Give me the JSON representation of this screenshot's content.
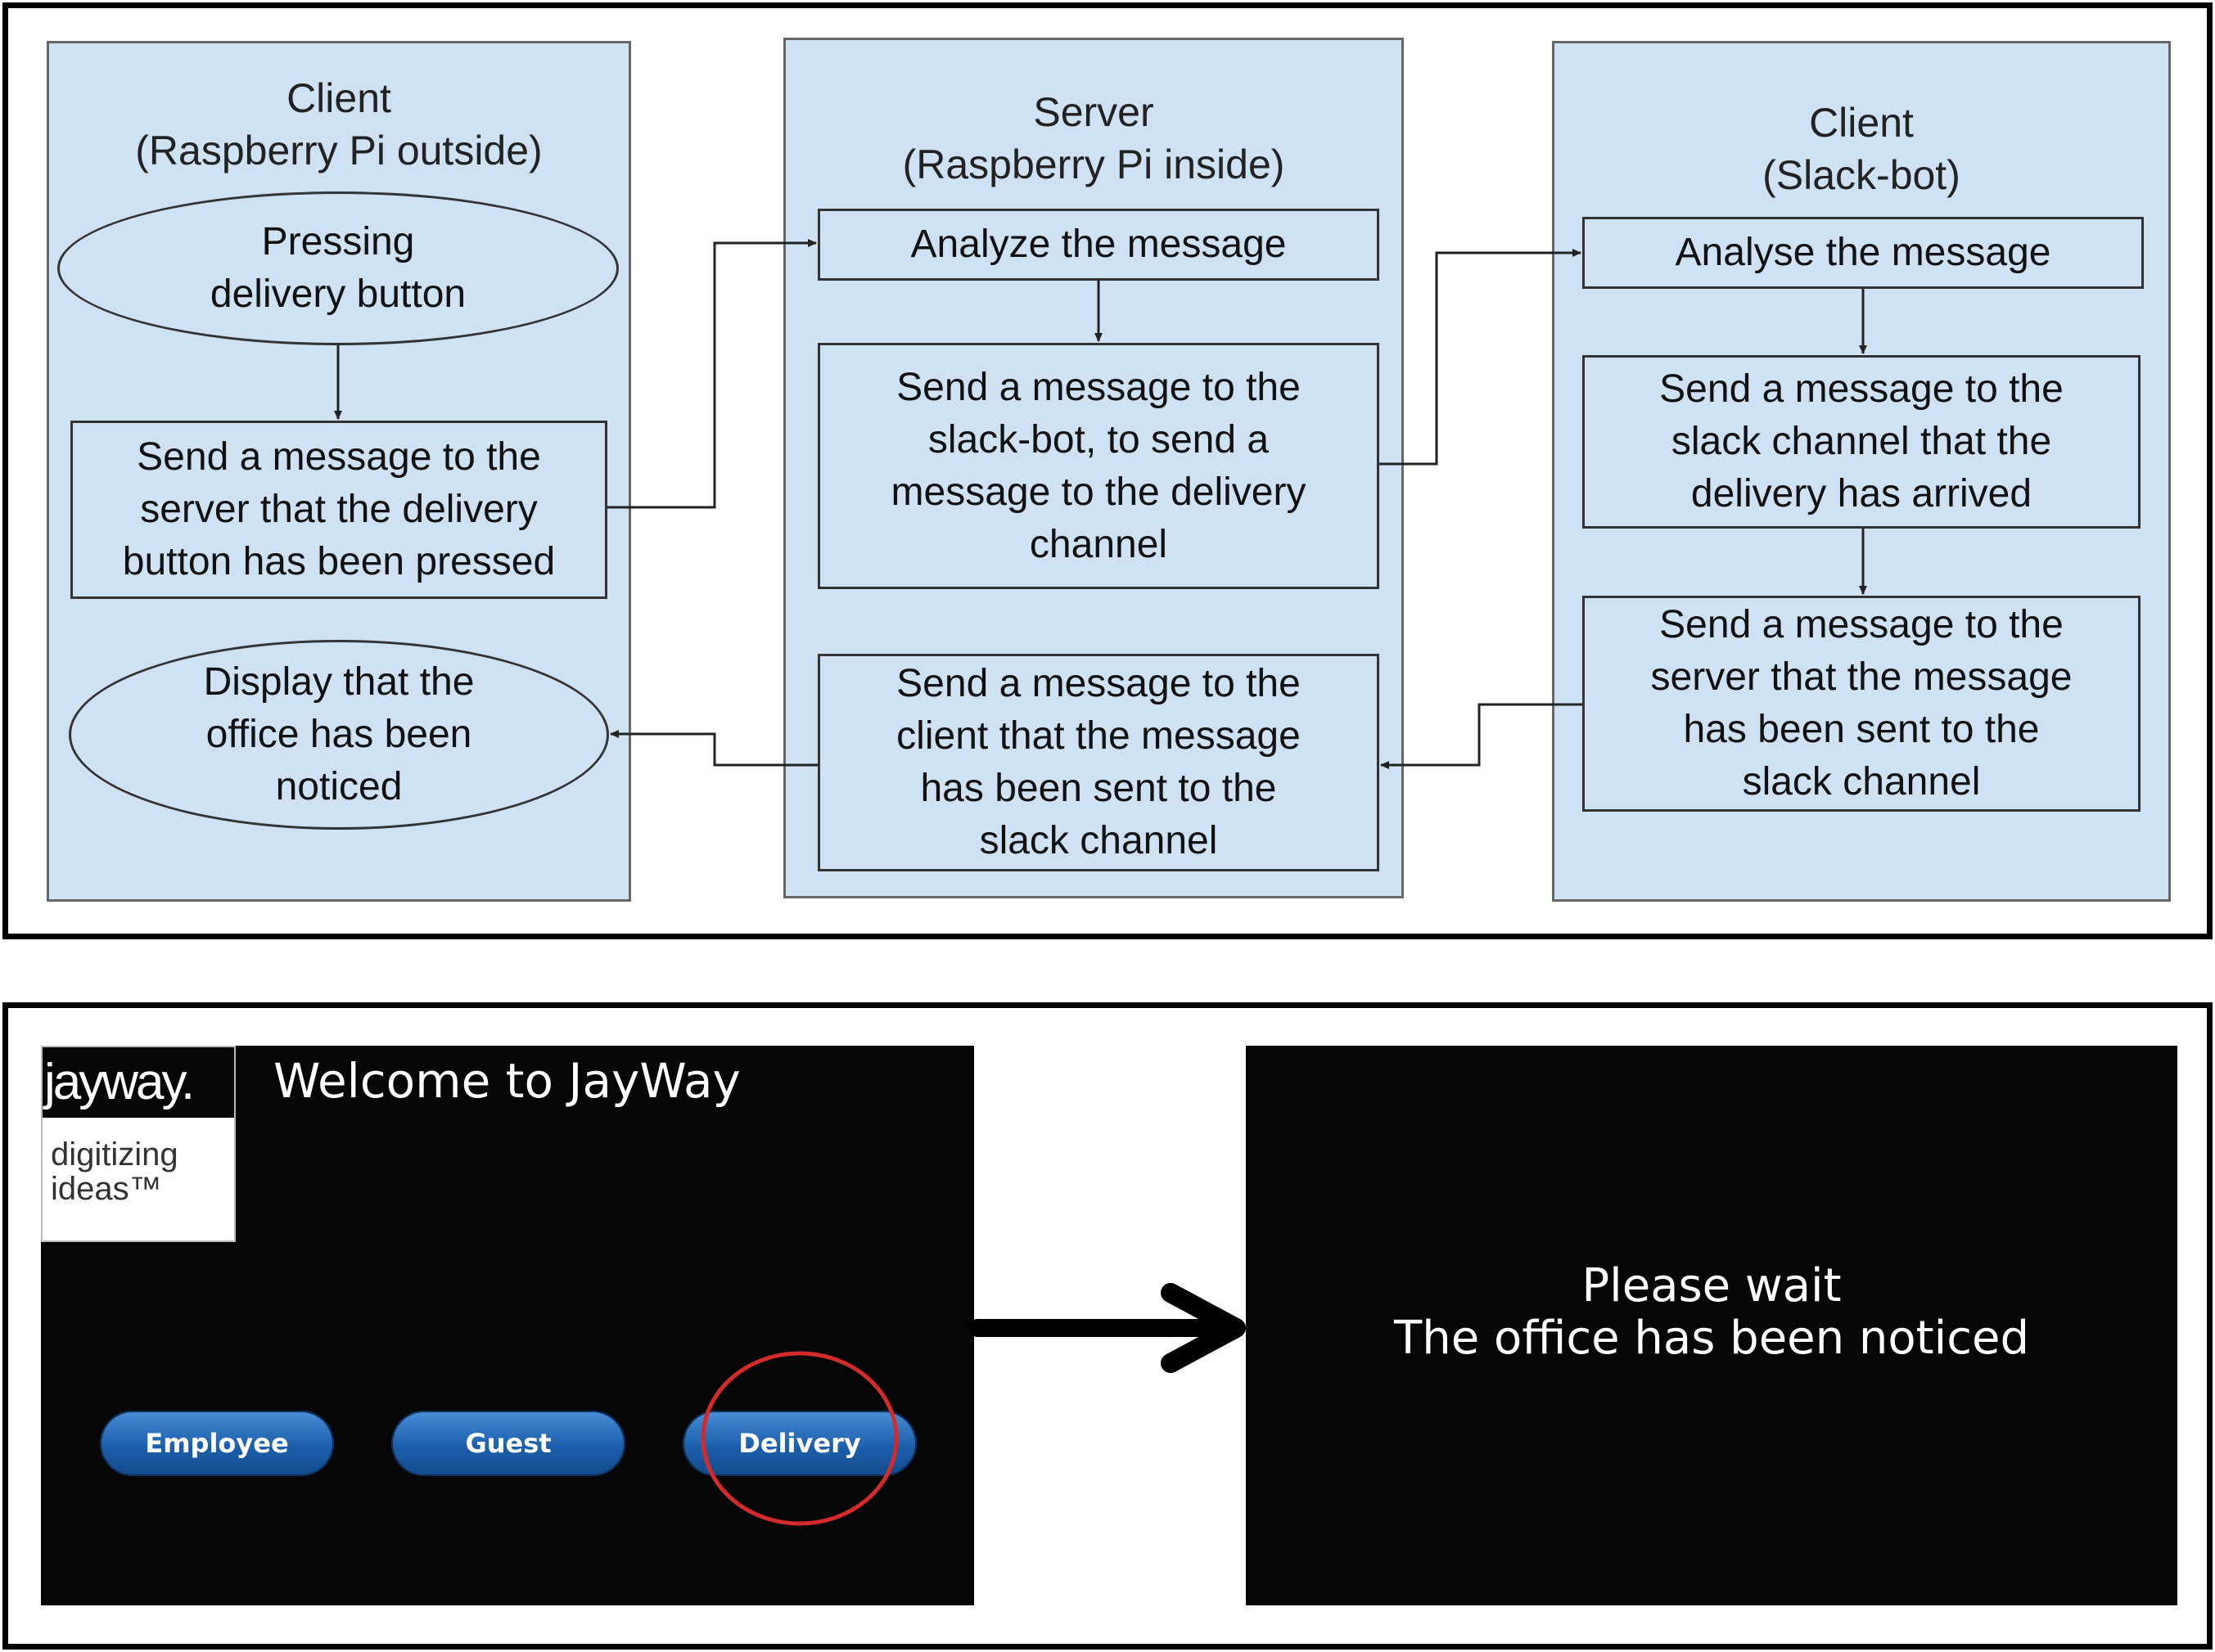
{
  "flow": {
    "lanes": {
      "client_outside": "Client\n(Raspberry Pi outside)",
      "server": "Server\n(Raspberry Pi inside)",
      "client_slackbot": "Client\n(Slack-bot)"
    },
    "nodes": {
      "pressing": "Pressing\ndelivery button",
      "send_server": "Send a message to the\nserver that the delivery\nbutton has been pressed",
      "display": "Display that the\noffice has been\nnoticed",
      "analyze": "Analyze the message",
      "send_slackbot": "Send a message to the\nslack-bot, to send a\nmessage to the delivery\nchannel",
      "send_client": "Send a message to the\nclient that the message\nhas been sent to the\nslack channel",
      "analyse": "Analyse the message",
      "send_channel": "Send a message to the\nslack channel that the\ndelivery has arrived",
      "send_server_sent": "Send a message to the\nserver that the message\nhas been sent to the\nslack channel"
    }
  },
  "ui": {
    "welcome": {
      "logo_word": "jayway.",
      "logo_tagline": "digitizing\nideas™",
      "title": "Welcome to JayWay",
      "buttons": {
        "employee": "Employee",
        "guest": "Guest",
        "delivery": "Delivery"
      },
      "highlight_color": "#d42a2a"
    },
    "wait": {
      "line1": "Please wait",
      "line2": "The office has been noticed"
    }
  }
}
